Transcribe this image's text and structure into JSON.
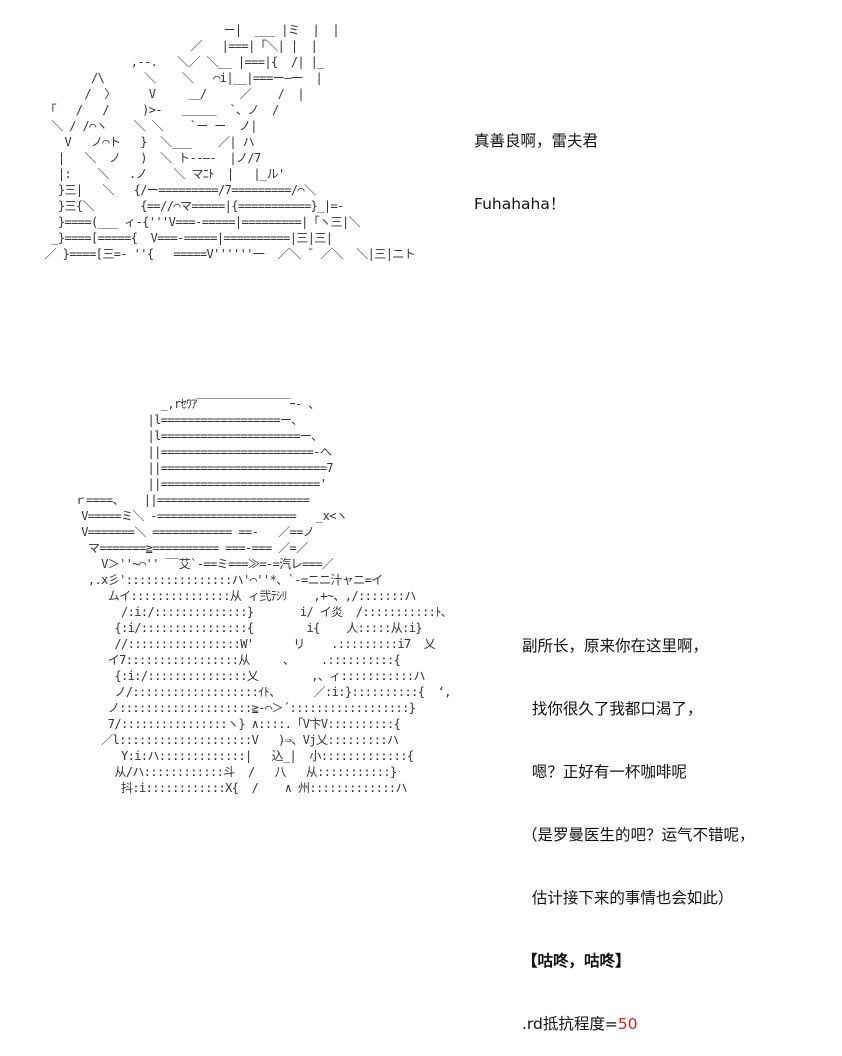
{
  "colors": {
    "text": "#111111",
    "art": "#333333",
    "accent_number": "#e02020",
    "background": "#ffffff"
  },
  "art_top": {
    "lines": [
      "                            ー|  ___ |ミ  |  |",
      "                       ／   |===|「＼| |  |",
      "              ,--.   ＼／ ＼__ |===|{  /| |_",
      "        /\\      ＼    ＼   ⌒i|__|===ー―一  |",
      "       /  〉     V     ＿/     ／    /  |",
      " 「   /   /     )>-   ＿＿＿  `、ノ  /",
      "  ＼ / /⌒ヽ    ＼ ＼    `ー ー  ノ|",
      "    V   ノ⌒ト   }  ＼___    ／| ハ",
      "   |   ＼  ノ   )  ＼ ト-‐―‐  |ノ/7",
      "   |:    ＼   .ノ    ＼ マﾆﾄ  |   |_ル'",
      "   }三|   ＼   {/ー=========/7=========/⌒＼",
      "   }三{＼       {==//⌒マ=====|{===========}_|=-",
      "   }====(___ ィ-{'''V===-=====|=========|「ヽ三|＼",
      "  _}====[====={  V===-=====|==========|三|三|",
      " ／ }====[三=- ''{   =====V''''''一  ／＼ ¯ ／＼  ＼|三|ニト"
    ]
  },
  "dialog_top": {
    "line1": "真善良啊，雷夫君",
    "line2": "Fuhahaha！"
  },
  "art_bottom": {
    "lines": [
      "              _,rｾﾜｱ‾‾‾‾‾‾‾‾‾‾‾‾‾‾ｰ- 、",
      "            |l==================ー、",
      "            |l=====================ー、",
      "            ||=======================-ヘ",
      "            ||=========================7",
      "            ||========================'",
      " ｒ====、   ||=======================",
      "  V=====ミ＼ -=====================   _x<ヽ",
      "  V=======＼ ============ ==-   ／==ノ",
      "   マ=======≧========== ===-=== ／=／",
      "     V＞''~⌒'' ‾‾艾`-==ミ===≫=-=汽レ===／",
      "   ,.x彡'::::::::::::::::ハ'⌒''*、`‐=ニニ汁ャニ=イ",
      "      ムイ:::::::::::::::从 ィ弐ﾃｼﾘ    ,+~、,/:::::::ハ",
      "        /:i:/::::::::::::::}       i/ イ炎  /:::::::::::ﾄ、",
      "       {:i/::::::::::::::::{        i{    人:::::从:i}",
      "       //:::::::::::::::::W'      リ    .:::::::::i7  乂",
      "      イ7:::::::::::::::::从     、    .::::::::::{",
      "       {:i:/:::::::::::::::乂        ,、ィ:::::::::::ハ",
      "       ノ/:::::::::::::::::::ｲﾄ、     ／:i:}::::::::::{  ‘,",
      "      ノ::::::::::::::::::::≧‐⌒＞´::::::::::::::::::}",
      "      7/::::::::::::::::ヽ} ∧::::.「V卞V::::::::::{",
      "     ／l::::::::::::::::::::V   )⇒、Vj乂:::::::::ハ",
      "        Y:i:ハ:::::::::::::|   込_|  小:::::::::::::{",
      "       从/ハ::::::::::::斗  /   八   从:::::::::::}",
      "        抖:i::::::::::::X{  /    ∧ 州:::::::::::::ハ"
    ]
  },
  "dialog_bottom": {
    "line1": "副所长，原来你在这里啊，",
    "line2": "  找你很久了我都口渴了，",
    "line3": "  嗯？正好有一杯咖啡呢",
    "line4": "（是罗曼医生的吧？运气不错呢，",
    "line5": "  估计接下来的事情也会如此）",
    "line6": "【咕咚，咕咚】",
    "line7_prefix": ".rd抵抗程度=",
    "line7_value": "50"
  }
}
